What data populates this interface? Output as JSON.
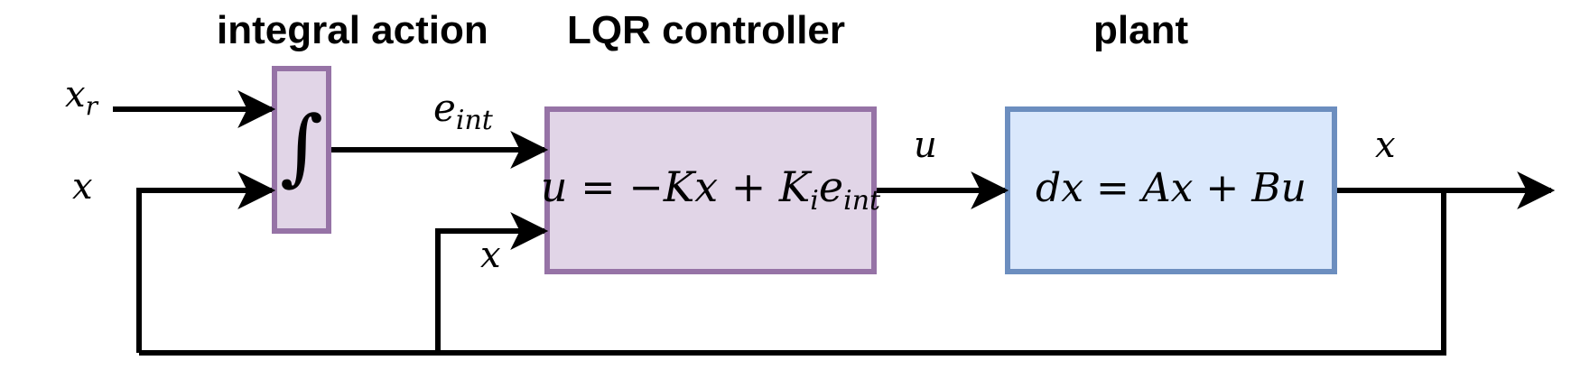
{
  "titles": {
    "integral_action": "integral action",
    "lqr_controller": "LQR controller",
    "plant": "plant"
  },
  "signals": {
    "xr_base": "x",
    "xr_sub": "r",
    "x_left": "x",
    "eint_base": "e",
    "eint_sub": "int",
    "x_controller": "x",
    "u": "u",
    "x_out": "x"
  },
  "blocks": {
    "integrator_symbol": "∫",
    "controller_equation": {
      "part1": "u = −Kx + K",
      "sub1": "i",
      "part2": "e",
      "sub2": "int"
    },
    "plant_equation": "dx = Ax + Bu"
  },
  "colors": {
    "purple_fill": "#e1d5e7",
    "purple_stroke": "#9673a6",
    "blue_fill": "#dae8fc",
    "blue_stroke": "#6c8ebf",
    "wire": "#000000"
  }
}
